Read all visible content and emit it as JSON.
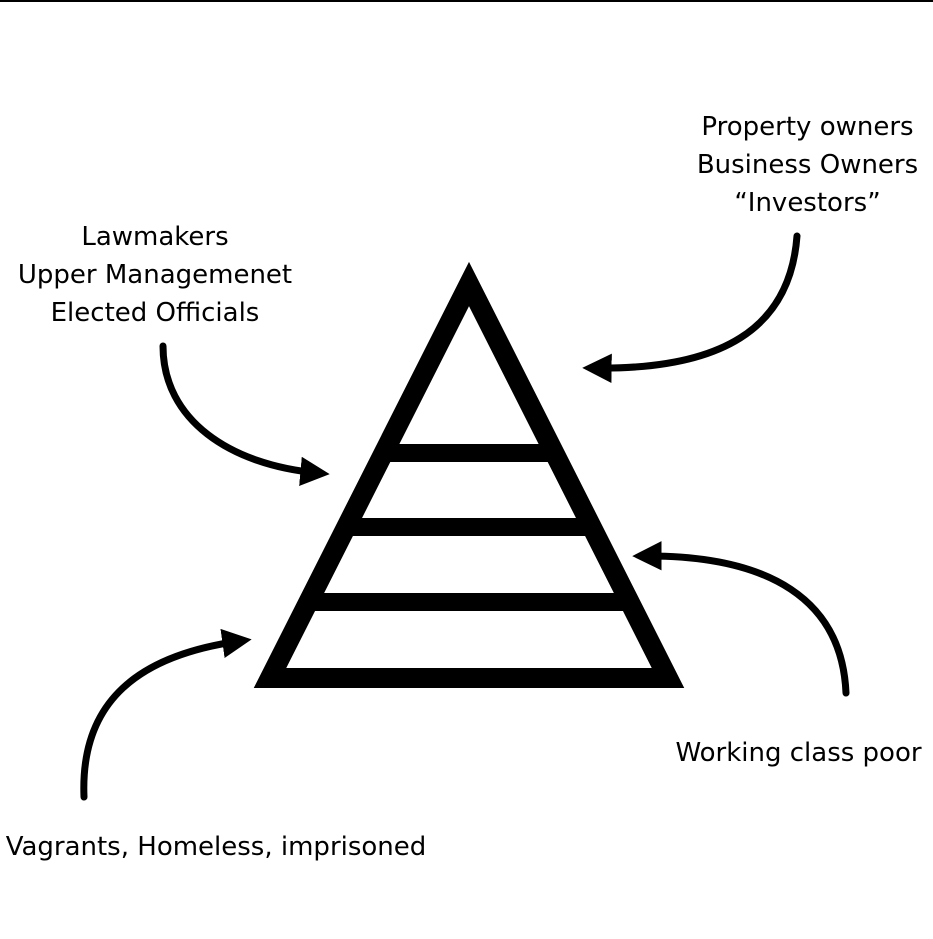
{
  "labels": {
    "top_left": [
      "Lawmakers",
      "Upper Managemenet",
      "Elected Officials"
    ],
    "top_right": [
      "Property owners",
      "Business Owners",
      "“Investors”"
    ],
    "bottom_right": "Working class poor",
    "bottom_left": "Vagrants, Homeless, imprisoned"
  },
  "colors": {
    "ink": "#000000",
    "background": "#ffffff"
  },
  "shapes": {
    "pyramid": "triangle divided into four tiers",
    "arrows": [
      "curved-arrow-top-left",
      "curved-arrow-top-right",
      "curved-arrow-bottom-right",
      "curved-arrow-bottom-left"
    ]
  }
}
